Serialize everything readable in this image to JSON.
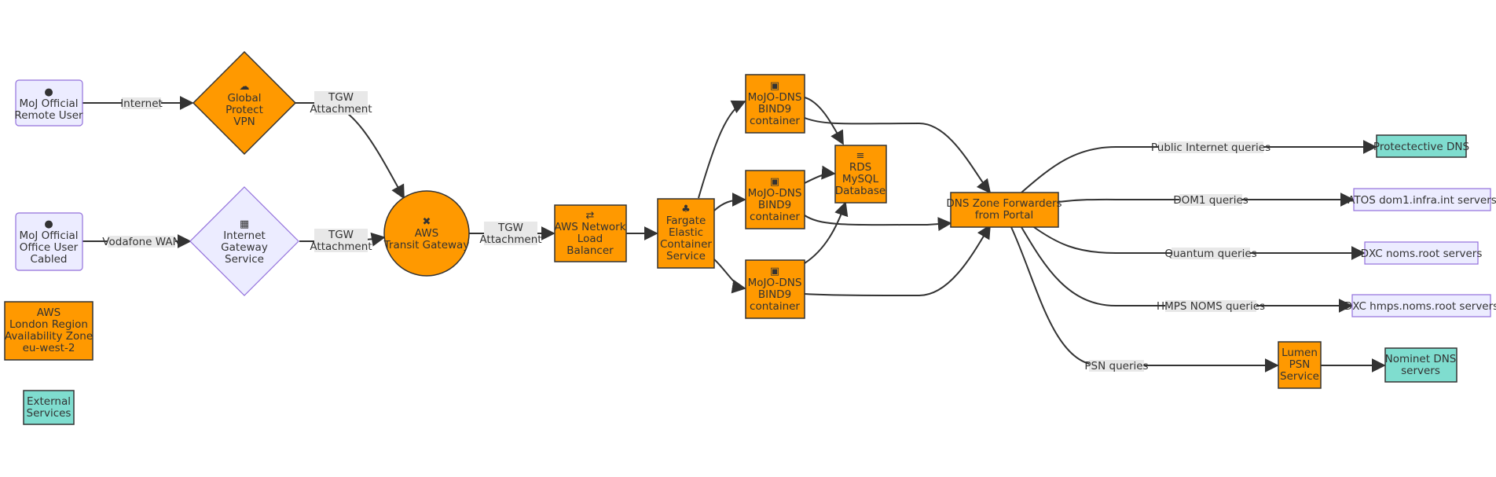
{
  "colors": {
    "aws": "#FF9900",
    "external": "#7FDDCF",
    "default_fill": "#ECECFF",
    "default_stroke": "#9370DB",
    "edge": "#333333"
  },
  "nodes": {
    "remote_user": {
      "icon": "user-icon",
      "lines": [
        "MoJ Official",
        "Remote User"
      ]
    },
    "office_user": {
      "icon": "user-icon",
      "lines": [
        "MoJ Official",
        "Office User",
        "Cabled"
      ]
    },
    "legend_aws": {
      "lines": [
        "AWS",
        "London Region",
        "Availability Zone",
        "eu-west-2"
      ]
    },
    "legend_ext": {
      "lines": [
        "External",
        "Services"
      ]
    },
    "global_protect": {
      "icon": "cloud-icon",
      "lines": [
        "Global",
        "Protect",
        "VPN"
      ]
    },
    "internet_gateway": {
      "icon": "building-icon",
      "lines": [
        "Internet",
        "Gateway",
        "Service"
      ]
    },
    "transit_gateway": {
      "icon": "network-icon",
      "lines": [
        "AWS",
        "Transit Gateway"
      ]
    },
    "nlb": {
      "icon": "",
      "lines": [
        "AWS Network",
        "Load",
        "Balancer"
      ]
    },
    "fargate": {
      "icon": "cubes-icon",
      "lines": [
        "Fargate",
        "Elastic",
        "Container",
        "Service"
      ]
    },
    "mojo_dns_1": {
      "icon": "cube-icon",
      "lines": [
        "MoJO-DNS",
        "BIND9",
        "container"
      ]
    },
    "mojo_dns_2": {
      "icon": "cube-icon",
      "lines": [
        "MoJO-DNS",
        "BIND9",
        "container"
      ]
    },
    "mojo_dns_3": {
      "icon": "cube-icon",
      "lines": [
        "MoJO-DNS",
        "BIND9",
        "container"
      ]
    },
    "rds": {
      "icon": "database-icon",
      "lines": [
        "RDS",
        "MySQL",
        "Database"
      ]
    },
    "dns_forwarders": {
      "icon": "",
      "lines": [
        "DNS Zone Forwarders",
        "from Portal"
      ]
    },
    "protective_dns": {
      "icon": "",
      "lines": [
        "Protectective DNS"
      ]
    },
    "atos": {
      "icon": "",
      "lines": [
        "ATOS dom1.infra.int servers"
      ]
    },
    "dxc_noms": {
      "icon": "",
      "lines": [
        "DXC noms.root servers"
      ]
    },
    "dxc_hmps": {
      "icon": "",
      "lines": [
        "DXC hmps.noms.root servers"
      ]
    },
    "lumen": {
      "icon": "",
      "lines": [
        "Lumen",
        "PSN",
        "Service"
      ]
    },
    "nominet": {
      "icon": "",
      "lines": [
        "Nominet DNS",
        "servers"
      ]
    }
  },
  "edges": {
    "internet": {
      "lines": [
        "Internet"
      ]
    },
    "vodafone": {
      "lines": [
        "Vodafone WAN"
      ]
    },
    "tgw_1": {
      "lines": [
        "TGW",
        "Attachment"
      ]
    },
    "tgw_2": {
      "lines": [
        "TGW",
        "Attachment"
      ]
    },
    "tgw_3": {
      "lines": [
        "TGW",
        "Attachment"
      ]
    },
    "public_internet": {
      "lines": [
        "Public Internet queries"
      ]
    },
    "dom1": {
      "lines": [
        "DOM1 queries"
      ]
    },
    "quantum": {
      "lines": [
        "Quantum queries"
      ]
    },
    "hmps": {
      "lines": [
        "HMPS NOMS queries"
      ]
    },
    "psn": {
      "lines": [
        "PSN queries"
      ]
    }
  }
}
